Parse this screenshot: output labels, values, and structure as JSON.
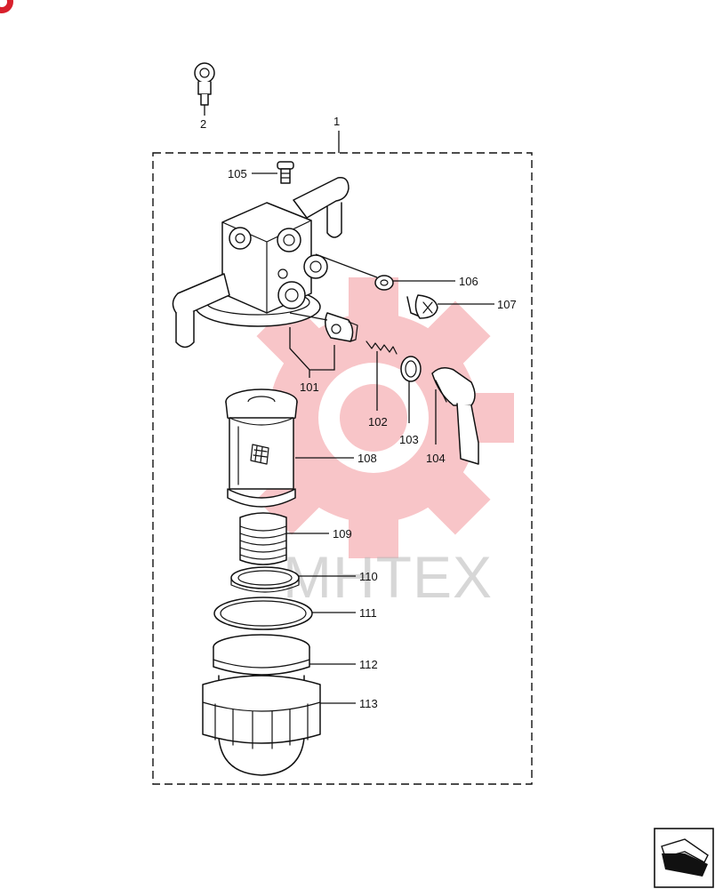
{
  "watermark": {
    "text": "MHTEX",
    "color": "#e8323c"
  },
  "callouts": {
    "c2": "2",
    "c1": "1",
    "c105": "105",
    "c106": "106",
    "c107": "107",
    "c101": "101",
    "c102": "102",
    "c103": "103",
    "c104": "104",
    "c108": "108",
    "c109": "109",
    "c110": "110",
    "c111": "111",
    "c112": "112",
    "c113": "113"
  },
  "icons": {
    "corner_logo": "brand-logo-icon",
    "nav": "next-page-arrow-icon"
  }
}
